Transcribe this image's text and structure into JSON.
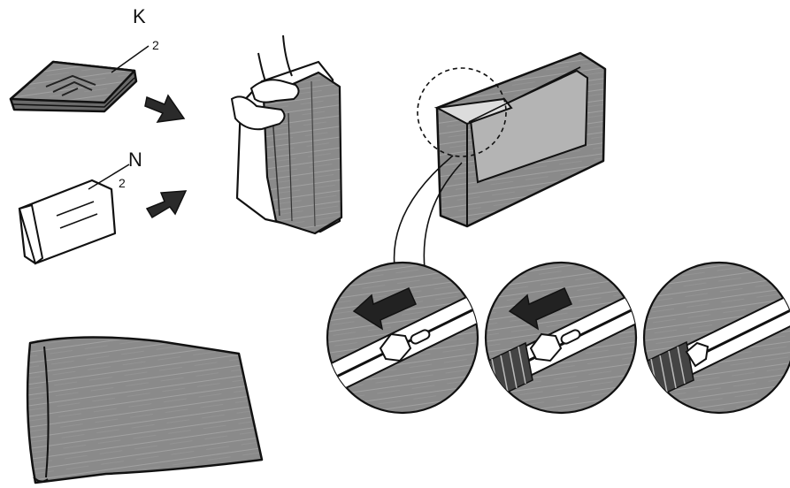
{
  "labels": {
    "pad_label": "K",
    "pad_sub": "2",
    "pillow_label": "N",
    "pillow_sub": "2"
  },
  "colors": {
    "fabric": "#8a8a8a",
    "fabric_dark": "#5e5e5e",
    "fabric_light": "#b4b4b4",
    "outline": "#111111",
    "paper": "#ffffff"
  },
  "icons": [
    "arrow-icon",
    "zipper-icon",
    "hand-icon",
    "magnify-circle-icon"
  ]
}
